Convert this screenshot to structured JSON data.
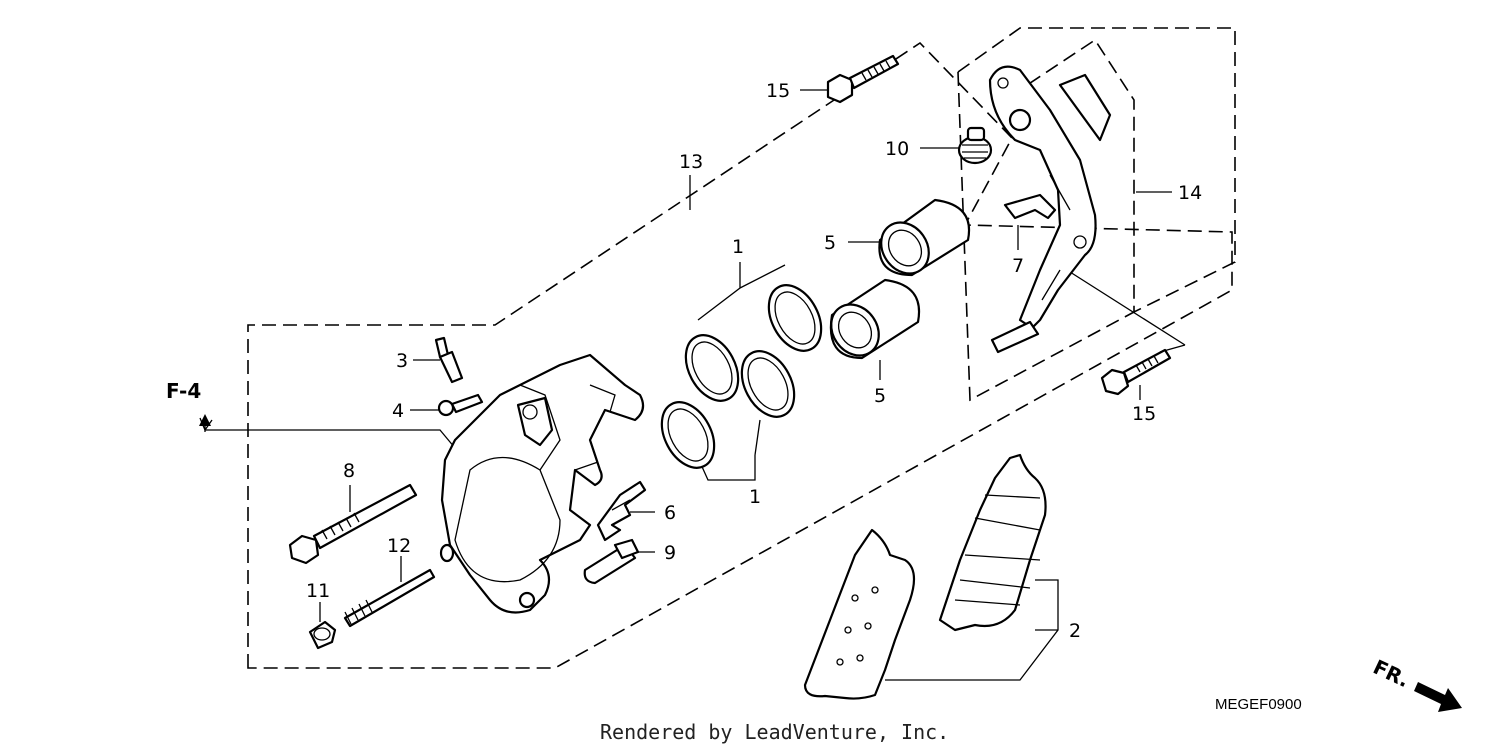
{
  "callouts": {
    "c1a": "1",
    "c1b": "1",
    "c2": "2",
    "c3": "3",
    "c4": "4",
    "c5a": "5",
    "c5b": "5",
    "c6": "6",
    "c7": "7",
    "c8": "8",
    "c9": "9",
    "c10": "10",
    "c11": "11",
    "c12": "12",
    "c13": "13",
    "c14": "14",
    "c15a": "15",
    "c15b": "15"
  },
  "ref_label": "F-4",
  "direction_label": "FR.",
  "diagram_code": "MEGEF0900",
  "credit": "Rendered by LeadVenture, Inc."
}
